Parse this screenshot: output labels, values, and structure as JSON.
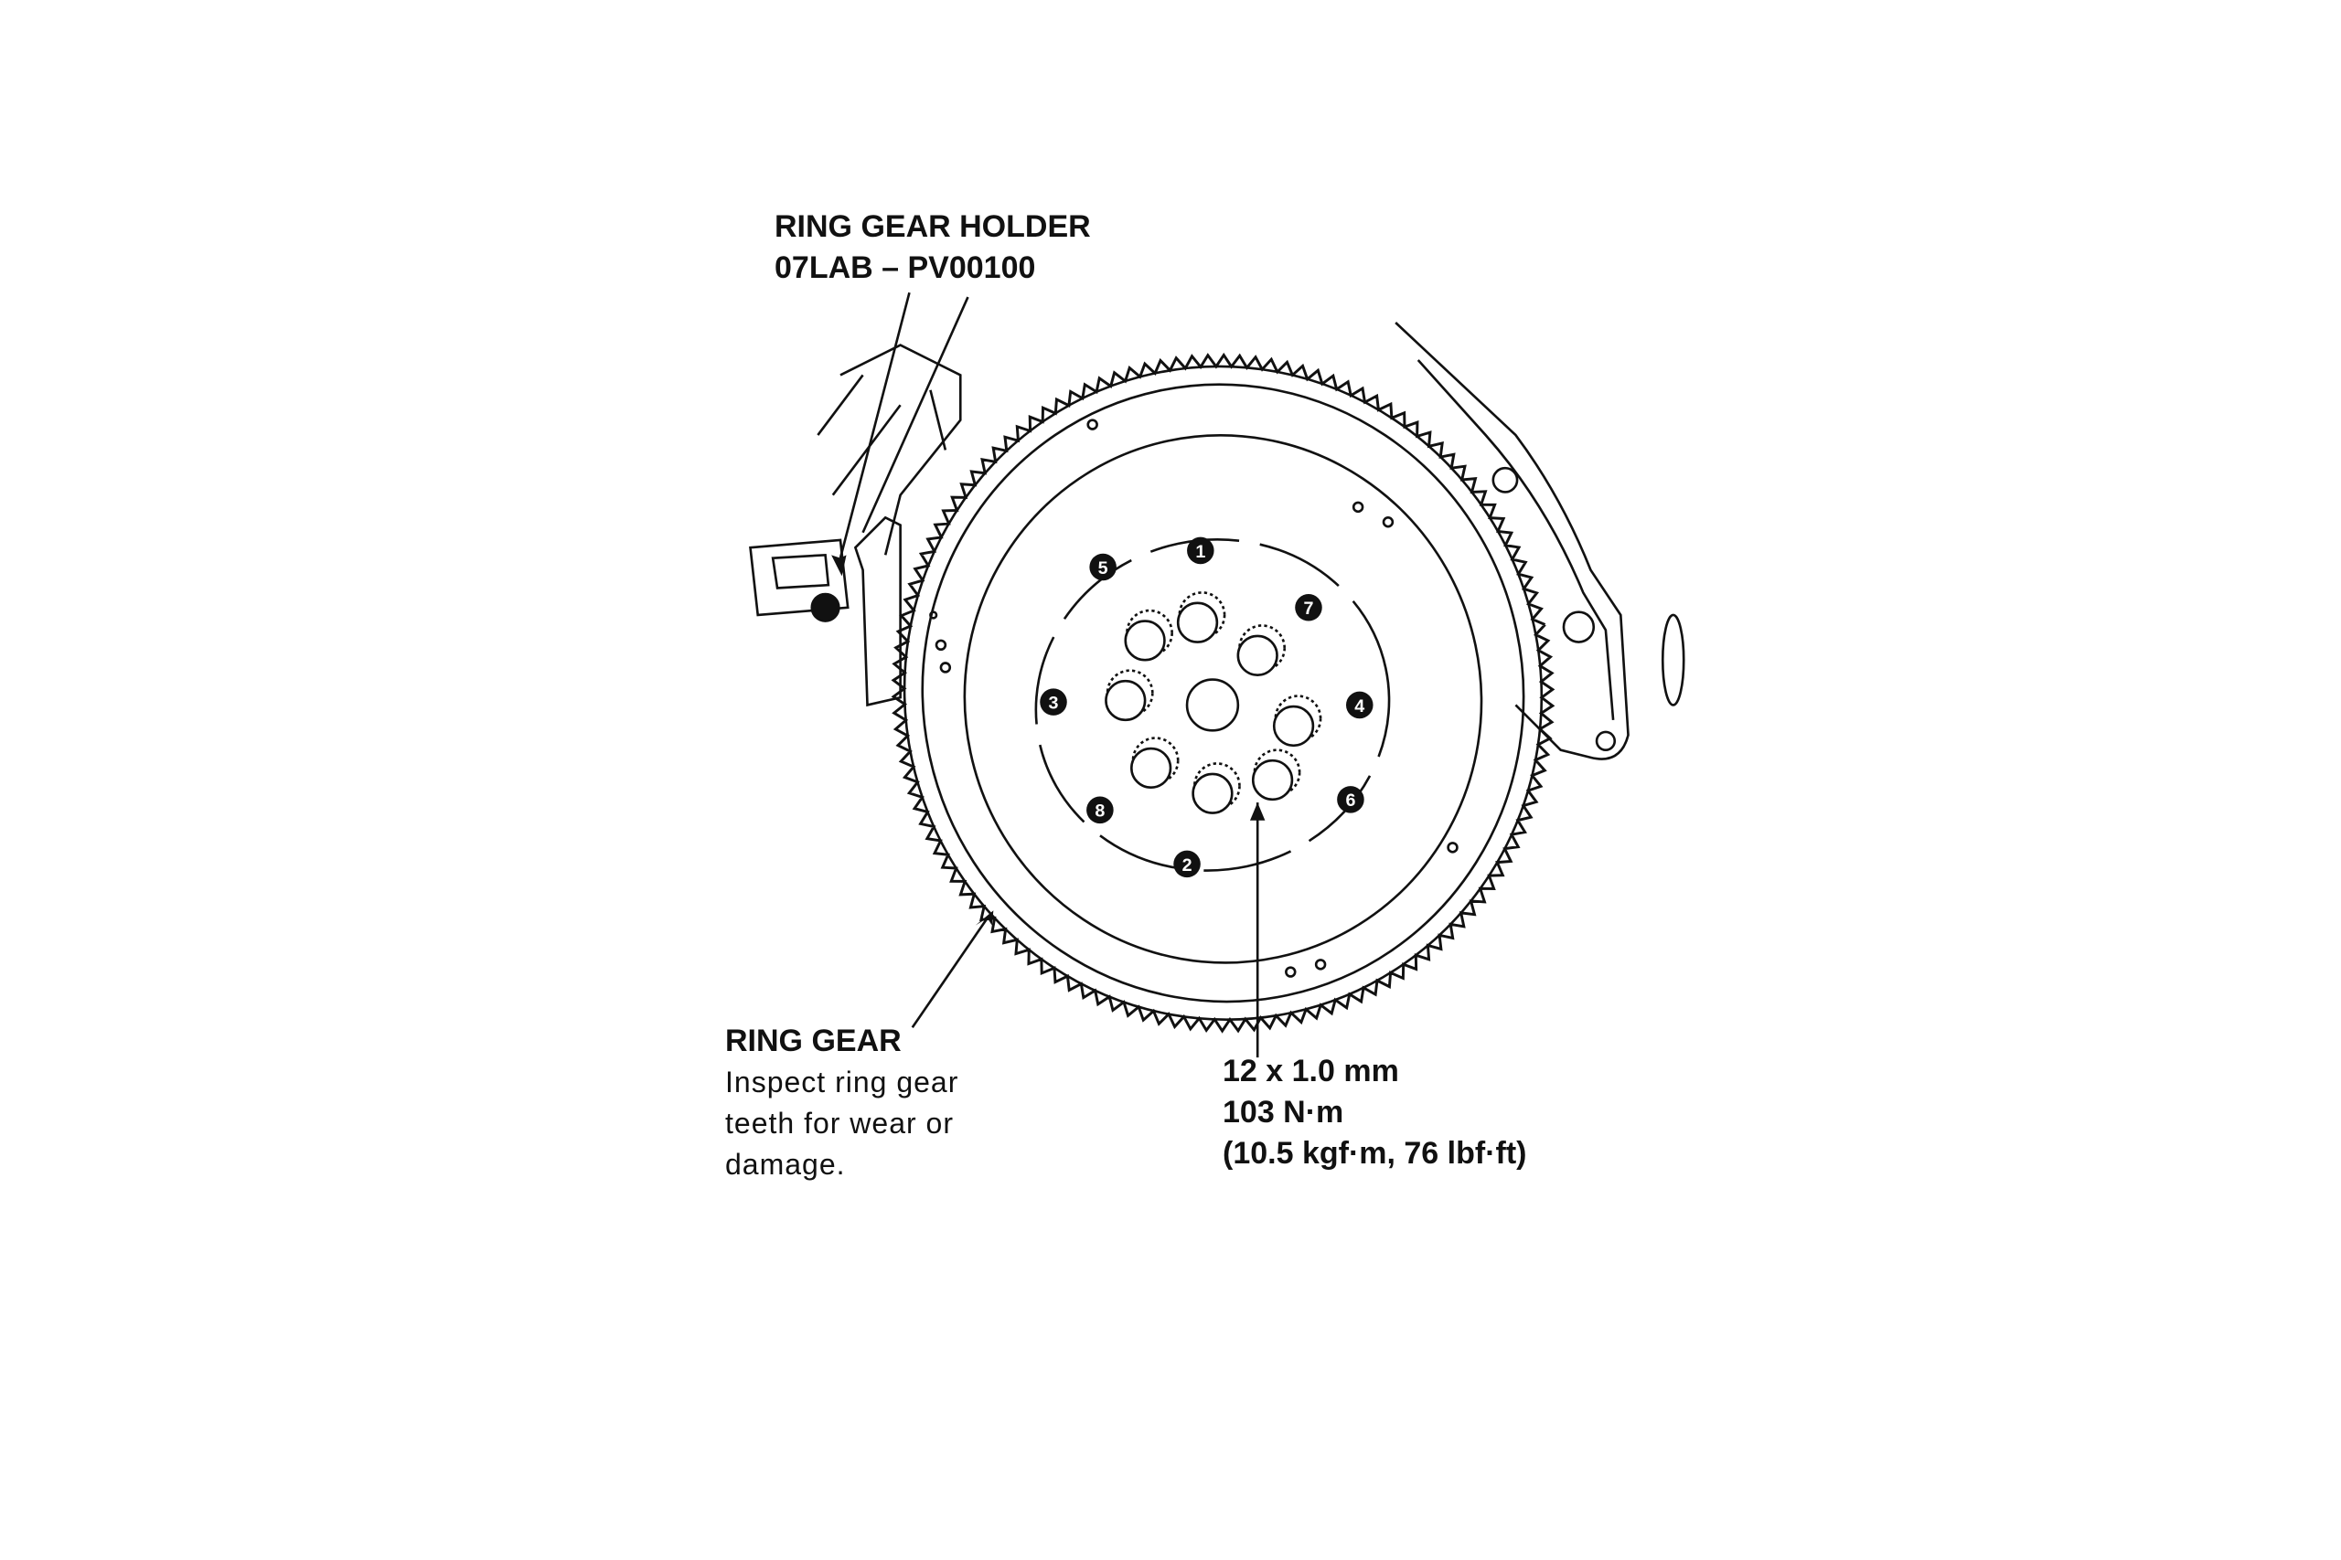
{
  "holder": {
    "title": "RING GEAR HOLDER",
    "part_number": "07LAB – PV00100"
  },
  "ring_gear": {
    "title": "RING GEAR",
    "note_lines": [
      "Inspect ring gear",
      "teeth for wear or",
      "damage."
    ]
  },
  "bolt_spec": {
    "size": "12 x 1.0 mm",
    "torque_nm": "103 N·m",
    "torque_alt": "(10.5 kgf·m, 76 lbf·ft)"
  },
  "tightening_sequence": [
    "1",
    "2",
    "3",
    "4",
    "5",
    "6",
    "7",
    "8"
  ]
}
